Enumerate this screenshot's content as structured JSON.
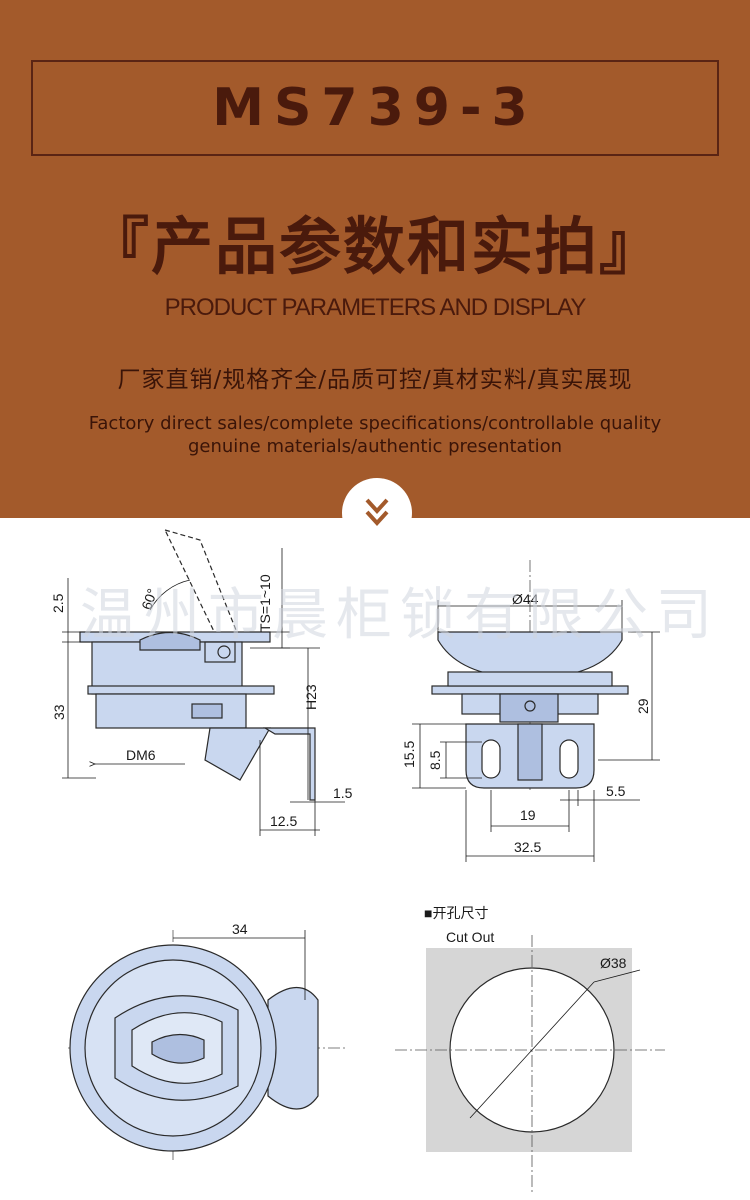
{
  "header": {
    "model": "MS739-3",
    "cn_title": "『产品参数和实拍』",
    "en_title": "PRODUCT PARAMETERS AND DISPLAY",
    "cn_subtitle": "厂家直销/规格齐全/品质可控/真材实料/真实展现",
    "en_subtitle_line1": "Factory direct sales/complete specifications/controllable quality",
    "en_subtitle_line2": "genuine materials/authentic presentation",
    "down_icon": "double-chevron-down-icon"
  },
  "drawing": {
    "watermark": "温州市晨柜锁有限公司",
    "side_view": {
      "dim_top": "2.5",
      "dim_angle": "60°",
      "dim_ts": "TS=1~10",
      "dim_height": "33",
      "dim_h23": "H23",
      "dim_dm6": "DM6",
      "dim_1_5": "1.5",
      "dim_12_5": "12.5"
    },
    "front_view": {
      "dim_dia44": "Ø44",
      "dim_29": "29",
      "dim_15_5": "15.5",
      "dim_8_5": "8.5",
      "dim_19": "19",
      "dim_5_5": "5.5",
      "dim_32_5": "32.5"
    },
    "top_view": {
      "dim_34": "34"
    },
    "cutout": {
      "label_cn": "■开孔尺寸",
      "label_en": "Cut Out",
      "dim_dia38": "Ø38"
    }
  },
  "colors": {
    "header_bg": "#a35a2b",
    "header_text": "#4a1a0c",
    "part_fill": "#c9d7ef",
    "part_stroke": "#2a2a2a",
    "cutout_bg": "#d6d6d6"
  }
}
